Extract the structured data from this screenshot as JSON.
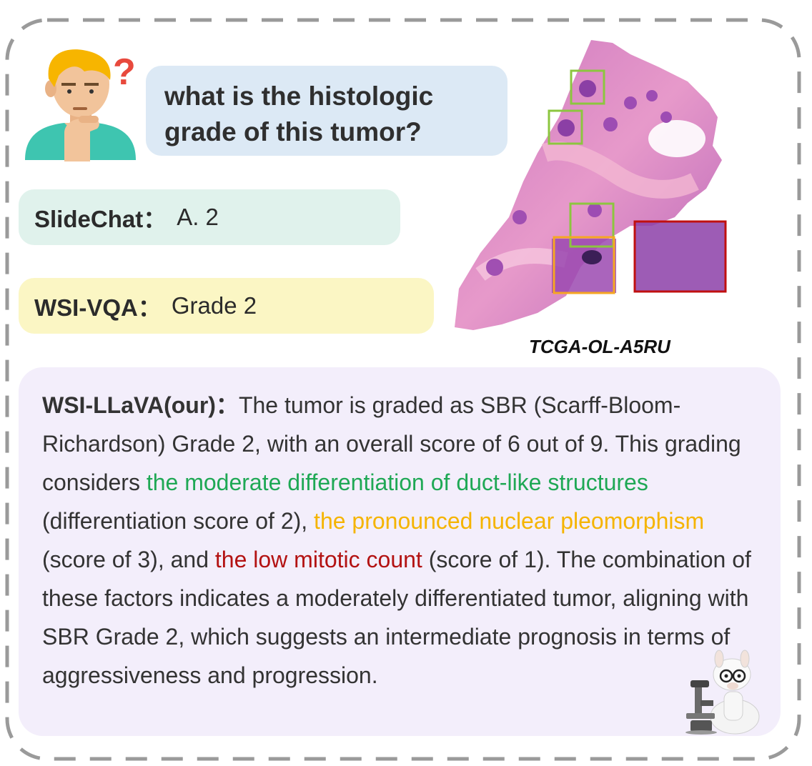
{
  "question": {
    "line1": "what is the histologic",
    "line2": "grade of this tumor?"
  },
  "slidechat": {
    "label": "SlideChat：",
    "answer": "A. 2"
  },
  "wsivqa": {
    "label": "WSI-VQA：",
    "answer": "Grade 2"
  },
  "slide_id": "TCGA-OL-A5RU",
  "wsi_llava": {
    "label": "WSI-LLaVA(our)：",
    "t1": "The tumor is graded as SBR (Scarff-Bloom-Richardson) Grade 2, with an overall score of 6 out of 9. This grading considers ",
    "green": "the moderate differentiation of duct-like structures",
    "t2": " (differentiation score of 2), ",
    "orange": "the pronounced nuclear pleomorphism",
    "t3": " (score of 3), and ",
    "red": "the low mitotic count",
    "t4": " (score of 1). The combination of these factors indicates a moderately differentiated tumor, aligning with SBR Grade 2, which suggests an intermediate prognosis in terms of aggressiveness and progression."
  },
  "colors": {
    "green_highlight": "#1fa855",
    "orange_highlight": "#f5b400",
    "red_highlight": "#b31212",
    "question_bubble": "#dce9f5",
    "slidechat_bubble": "#e0f2ec",
    "wsivqa_bubble": "#fbf6c4",
    "llava_bubble": "#f3eefb"
  }
}
